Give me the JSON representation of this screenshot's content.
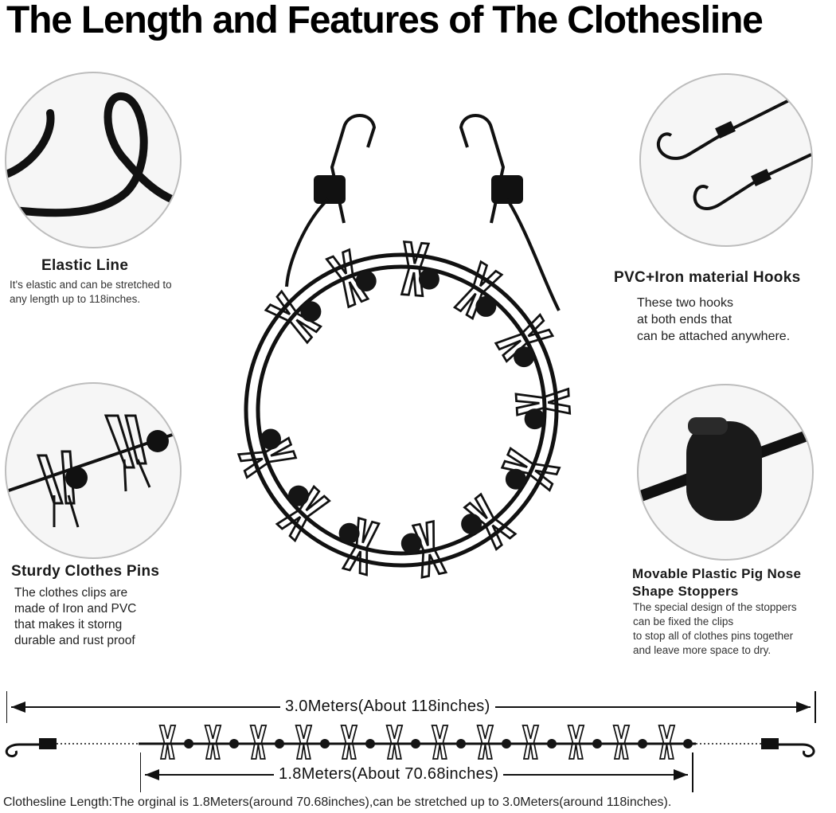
{
  "title": "The Length and Features of The Clothesline",
  "features": {
    "elastic": {
      "heading": "Elastic Line",
      "lines": [
        "It's elastic and can be stretched to",
        "any length up to 118inches."
      ]
    },
    "hooks": {
      "heading": "PVC+Iron material Hooks",
      "lines": [
        "These two hooks",
        "at both ends that",
        "can be attached anywhere."
      ]
    },
    "pins": {
      "heading": "Sturdy Clothes Pins",
      "lines": [
        "The clothes clips are",
        " made of Iron and PVC",
        "that makes it storng",
        "durable and rust proof"
      ]
    },
    "stoppers": {
      "heading_lines": [
        "Movable Plastic Pig Nose",
        "Shape Stoppers"
      ],
      "lines": [
        "The special design of the stoppers",
        "can be fixed the clips",
        "to stop all of clothes pins together",
        "and leave more space to dry."
      ]
    }
  },
  "dimensions": {
    "stretched": "3.0Meters(About 118inches)",
    "original": "1.8Meters(About 70.68inches)"
  },
  "footer": "Clothesline Length:The orginal is 1.8Meters(around 70.68inches),can be stretched up to 3.0Meters(around 118inches).",
  "colors": {
    "line": "#111111",
    "text": "#222222",
    "circle_border": "#bdbdbd"
  }
}
